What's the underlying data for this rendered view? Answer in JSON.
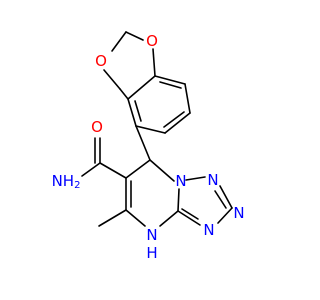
{
  "molecule": {
    "colors": {
      "bond": "#000000",
      "oxygen": "#ff0000",
      "nitrogen": "#0000ff",
      "background": "#ffffff"
    },
    "atoms": [
      {
        "id": "o1",
        "label": "O",
        "element": "O"
      },
      {
        "id": "o2",
        "label": "O",
        "element": "O"
      },
      {
        "id": "o3",
        "label": "O",
        "element": "O"
      },
      {
        "id": "n_amide",
        "label": "NH",
        "sub": "2",
        "element": "N"
      },
      {
        "id": "n_bridge",
        "label": "N",
        "element": "N"
      },
      {
        "id": "n_ring_top",
        "label": "N",
        "element": "N"
      },
      {
        "id": "n_ring_right",
        "label": "N",
        "element": "N"
      },
      {
        "id": "n_ring_bottom",
        "label": "N",
        "element": "N"
      },
      {
        "id": "nh",
        "label": "N",
        "sub_h": "H",
        "element": "N"
      }
    ]
  }
}
